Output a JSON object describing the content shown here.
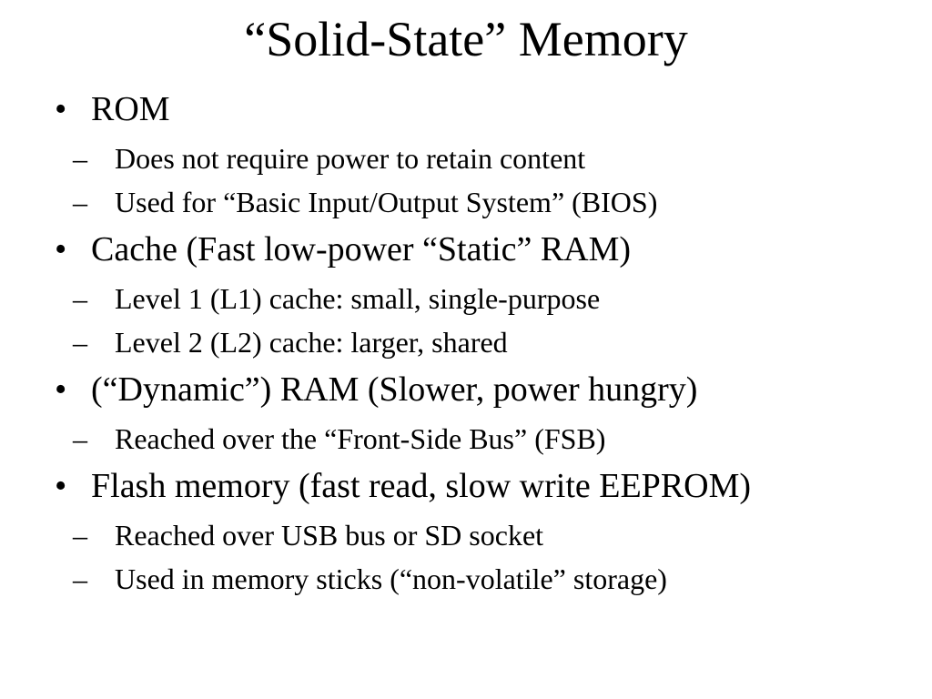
{
  "slide": {
    "title": "“Solid-State” Memory",
    "bullet_marker": "•",
    "sub_marker": "–",
    "items": [
      {
        "text": "ROM",
        "sub": [
          "Does not require power to retain content",
          "Used for “Basic Input/Output System” (BIOS)"
        ]
      },
      {
        "text": "Cache (Fast low-power “Static” RAM)",
        "sub": [
          "Level 1 (L1) cache: small, single-purpose",
          "Level 2 (L2) cache: larger, shared"
        ]
      },
      {
        "text": "(“Dynamic”) RAM (Slower, power hungry)",
        "sub": [
          "Reached over the “Front-Side Bus” (FSB)"
        ]
      },
      {
        "text": "Flash memory (fast read, slow write EEPROM)",
        "sub": [
          "Reached over USB bus or SD socket",
          "Used in memory sticks (“non-volatile” storage)"
        ]
      }
    ]
  }
}
